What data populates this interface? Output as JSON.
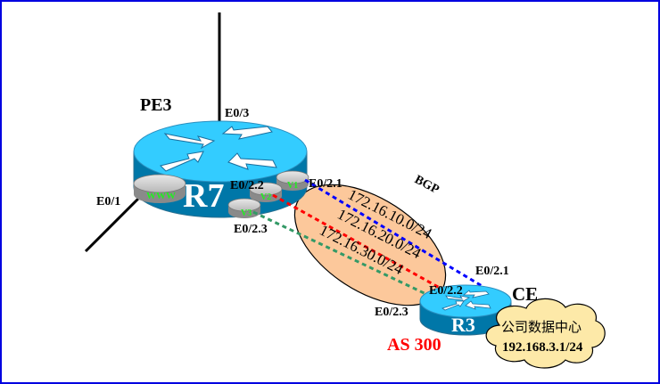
{
  "diagram": {
    "pe_router": {
      "title": "PE3",
      "name": "R7",
      "interfaces": {
        "top": "E0/3",
        "left": "E0/1",
        "sub1": "E0/2.1",
        "sub2": "E0/2.2",
        "sub3": "E0/2.3"
      },
      "vrfs": [
        "WWW",
        "V1",
        "V2",
        "V3"
      ]
    },
    "ce_router": {
      "title": "CE",
      "name": "R3",
      "as_label": "AS 300",
      "interfaces": {
        "sub1": "E0/2.1",
        "sub2": "E0/2.2",
        "sub3": "E0/2.3"
      }
    },
    "bgp_label": "BGP",
    "links": [
      {
        "subnet": "172.16.10.0/24",
        "color": "#0000ff"
      },
      {
        "subnet": "172.16.20.0/24",
        "color": "#ff0000"
      },
      {
        "subnet": "172.16.30.0/24",
        "color": "#339966"
      }
    ],
    "cloud": {
      "line1": "公司数据中心",
      "line2": "192.168.3.1/24"
    },
    "colors": {
      "frame": "#0000e0",
      "router_top": "#33ccff",
      "router_body": "#0077a8",
      "bgp_ellipse": "#fcc89b",
      "cloud": "#fde9a8",
      "as_label": "#ff0000",
      "vrf_text": "#22ee22"
    }
  }
}
